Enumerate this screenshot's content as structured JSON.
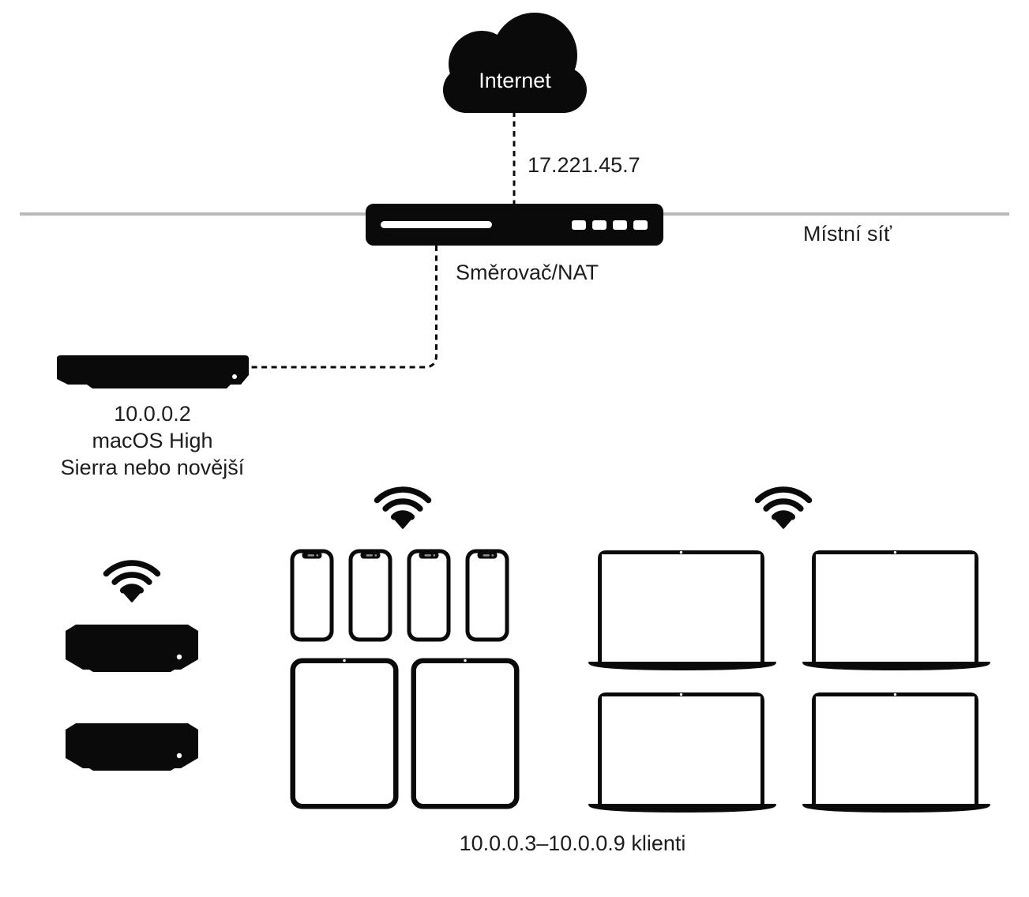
{
  "internet": {
    "label": "Internet",
    "wan_ip": "17.221.45.7"
  },
  "router": {
    "label": "Směrovač/NAT"
  },
  "network": {
    "label": "Místní síť"
  },
  "server": {
    "ip": "10.0.0.2",
    "os_line1": "macOS High",
    "os_line2": "Sierra nebo novější"
  },
  "clients": {
    "label": "10.0.0.3–10.0.0.9 klienti",
    "devices": {
      "mac_minis": {
        "count": 2
      },
      "iphones": {
        "count": 4
      },
      "ipads": {
        "count": 2
      },
      "macbooks": {
        "count": 4
      }
    }
  },
  "icons": {
    "cloud": "internet-cloud-icon",
    "wifi": "wifi-icon",
    "router": "router-device-icon",
    "mac_mini": "mac-mini-device-icon",
    "iphone": "iphone-device-icon",
    "ipad": "ipad-device-icon",
    "macbook": "macbook-device-icon"
  },
  "colors": {
    "device_black": "#0a0a0a",
    "text": "#1d1d1f",
    "cloud_text": "#ffffff",
    "local_network_line": "#b9b9bd",
    "background": "#ffffff"
  }
}
